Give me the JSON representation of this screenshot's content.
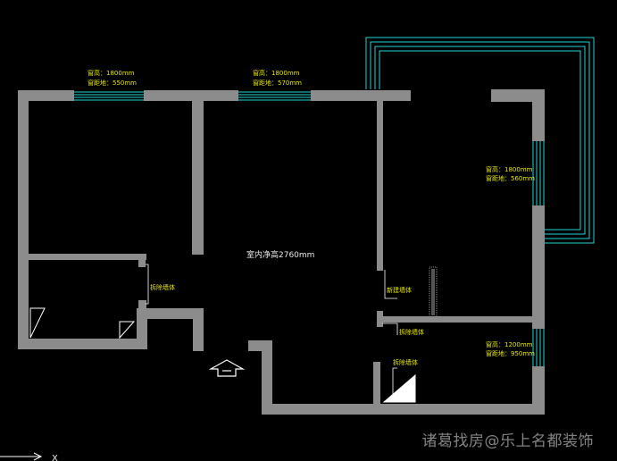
{
  "plan": {
    "ceiling_height_label": "室内净高2760mm",
    "window_labels": [
      {
        "line1": "窗高：1800mm",
        "line2": "窗距地：550mm"
      },
      {
        "line1": "窗高：1800mm",
        "line2": "窗距地：570mm"
      },
      {
        "line1": "窗高：1800mm",
        "line2": "窗距地：560mm"
      },
      {
        "line1": "窗高：1200mm",
        "line2": "窗距地：950mm"
      }
    ],
    "wall_notes": {
      "demolish_left": "拆除墙体",
      "new_wall": "新建墙体",
      "demolish_right": "拆除墙体",
      "demolish_bottom": "拆除墙体"
    },
    "axis_label": "X"
  },
  "watermark": "诸葛找房@乐上名都装饰",
  "colors": {
    "wall": "#8c8c8c",
    "window": "#22d3d3",
    "label": "#e6e600",
    "background": "#000000"
  }
}
